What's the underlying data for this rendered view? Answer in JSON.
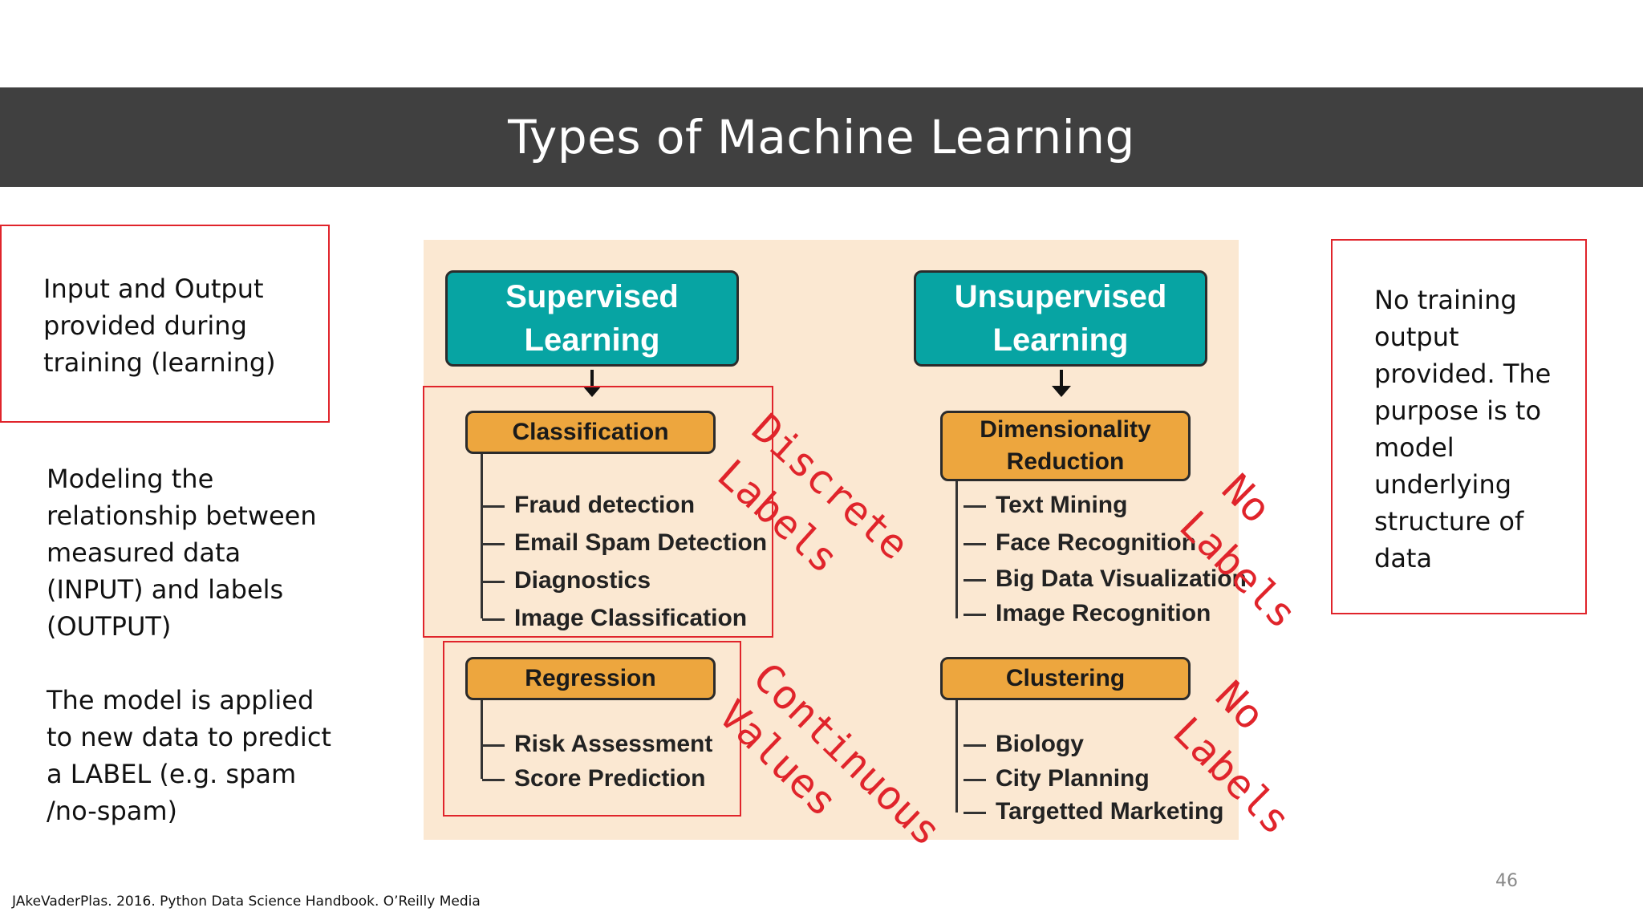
{
  "title": "Types of Machine Learning",
  "left_box_text": "Input and Output provided during training (learning)",
  "left_paragraph_1": "Modeling the relationship between measured  data (INPUT)  and labels (OUTPUT)",
  "left_paragraph_2": "The model is  applied to new data to predict a LABEL (e.g. spam /no-spam)",
  "right_box_text": "No training output provided. The purpose is to model underlying structure of data",
  "diagram": {
    "supervised": {
      "line1": "Supervised",
      "line2": "Learning"
    },
    "unsupervised": {
      "line1": "Unsupervised",
      "line2": "Learning"
    },
    "classification": {
      "label": "Classification",
      "items": [
        "Fraud detection",
        "Email Spam Detection",
        "Diagnostics",
        "Image Classification"
      ]
    },
    "regression": {
      "label": "Regression",
      "items": [
        "Risk Assessment",
        "Score Prediction"
      ]
    },
    "dimensionality": {
      "line1": "Dimensionality",
      "line2": "Reduction",
      "items": [
        "Text Mining",
        "Face Recognition",
        "Big Data Visualization",
        "Image Recognition"
      ]
    },
    "clustering": {
      "label": "Clustering",
      "items": [
        "Biology",
        "City Planning",
        "Targetted Marketing"
      ]
    }
  },
  "annotations": {
    "discrete_1": "Discrete",
    "discrete_2": "Labels",
    "continuous_1": "Continuous",
    "continuous_2": "Values",
    "nolabels_top_1": "No",
    "nolabels_top_2": "Labels",
    "nolabels_bottom_1": "No",
    "nolabels_bottom_2": "Labels"
  },
  "footer_reference": "JAkeVaderPlas. 2016. Python Data Science Handbook. O’Reilly Media",
  "page_number": "46",
  "colors": {
    "title_bar": "#404040",
    "accent_red": "#e0242b",
    "teal": "#07a4a3",
    "orange": "#eda63e",
    "diagram_bg": "#fbe8d2"
  }
}
